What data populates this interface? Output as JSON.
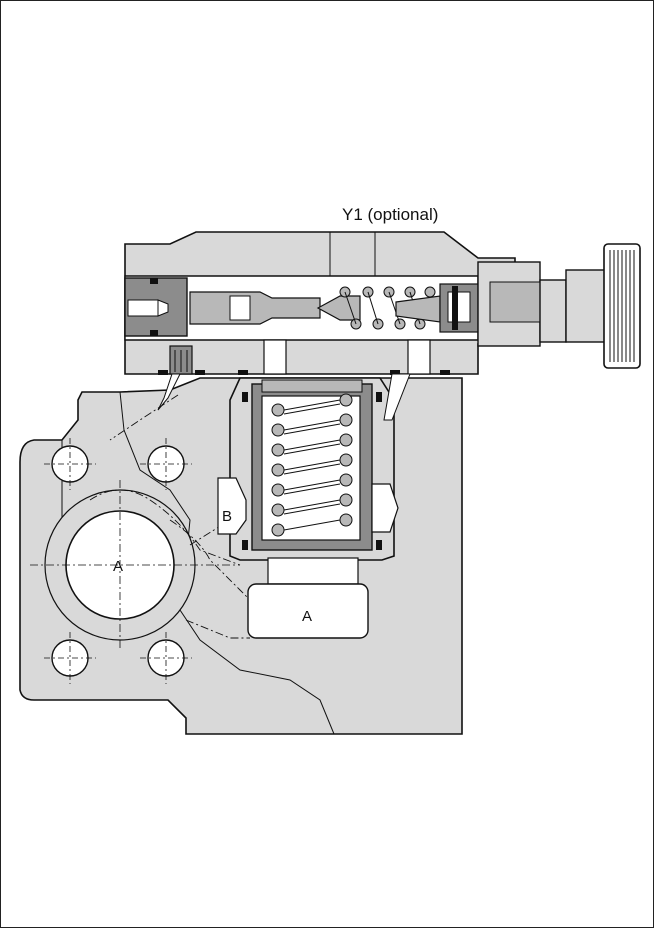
{
  "diagram": {
    "labels": {
      "port_y1": "Y1 (optional)",
      "port_b": "B",
      "port_a_flange": "A",
      "port_a_bottom": "A"
    },
    "colors": {
      "body_fill": "#d9d9d9",
      "part_fill": "#b8b8b8",
      "dark_fill": "#8c8c8c",
      "outline": "#111111",
      "white": "#ffffff"
    }
  }
}
